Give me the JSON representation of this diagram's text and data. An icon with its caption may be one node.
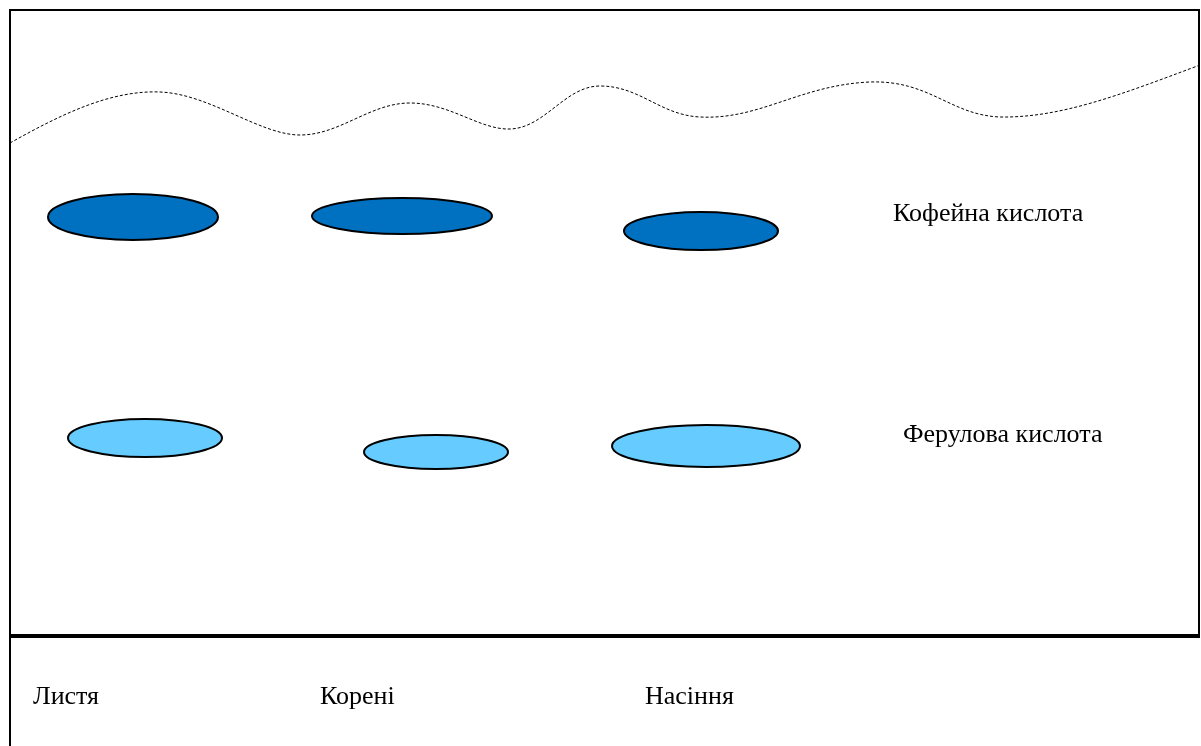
{
  "diagram": {
    "labels": [
      "Кофейна кислота",
      "Ферулова кислота",
      "Листя",
      "Корені",
      "Насіння"
    ]
  }
}
